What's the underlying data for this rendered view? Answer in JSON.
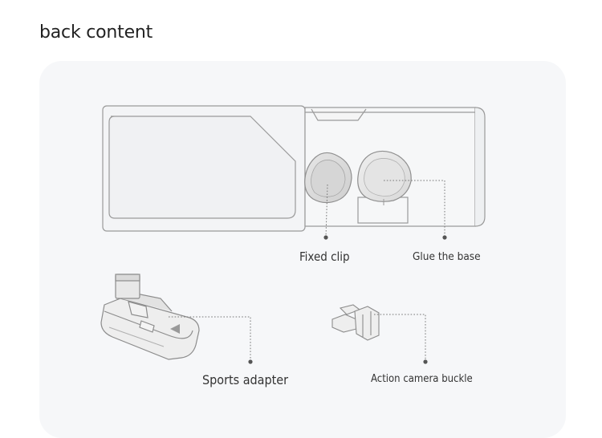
{
  "heading": "back content",
  "labels": {
    "fixed_clip": "Fixed clip",
    "glue_base": "Glue the base",
    "sports_adapter": "Sports adapter",
    "action_camera_buckle": "Action camera buckle"
  },
  "colors": {
    "panel_bg": "#f6f7f9",
    "outline": "#9a9a9a",
    "leader_line": "#777777",
    "dot": "#555555"
  }
}
